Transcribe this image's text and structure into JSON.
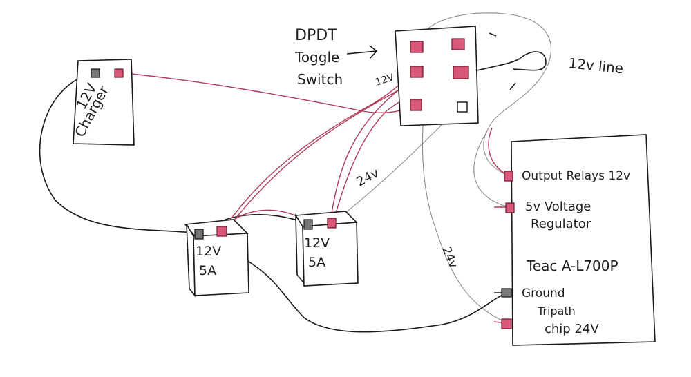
{
  "diagram": {
    "dpdt_label_line1": "DPDT",
    "dpdt_label_line2": "Toggle",
    "dpdt_label_line3": "Switch",
    "charger_label_line1": "12V",
    "charger_label_line2": "Charger",
    "switch_12v_label": "12V",
    "line_12v_label": "12v line",
    "wire_24v_label_a": "24v",
    "wire_24v_label_b": "24v",
    "battery1_line1": "12V",
    "battery1_line2": "5A",
    "battery2_line1": "12V",
    "battery2_line2": "5A",
    "amp_output_relays": "Output Relays 12v",
    "amp_regulator_line1": "5v Voltage",
    "amp_regulator_line2": "Regulator",
    "amp_model": "Teac A-L700P",
    "amp_ground": "Ground",
    "amp_tripath_line1": "Tripath",
    "amp_tripath_line2": "chip 24V"
  },
  "colors": {
    "positive_wire": "#b13a57",
    "negative_wire": "#1a1a1a",
    "positive_terminal": "#d9577a"
  }
}
